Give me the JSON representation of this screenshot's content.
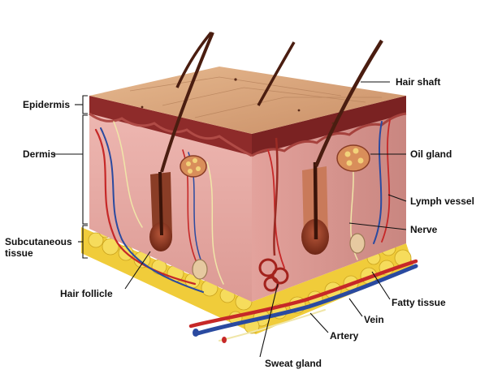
{
  "labels": {
    "epidermis": "Epidermis",
    "dermis": "Dermis",
    "subcutaneous_1": "Subcutaneous",
    "subcutaneous_2": "tissue",
    "hair_follicle": "Hair follicle",
    "hair_shaft": "Hair shaft",
    "oil_gland": "Oil gland",
    "lymph_vessel": "Lymph vessel",
    "nerve": "Nerve",
    "fatty_tissue": "Fatty tissue",
    "vein": "Vein",
    "artery": "Artery",
    "sweat_gland": "Sweat gland"
  },
  "colors": {
    "skin_top": "#d9a57c",
    "epidermis_side": "#8e2b2a",
    "dermis_front": "#e8aeaa",
    "dermis_right": "#d8908c",
    "fat": "#f2cf3a",
    "artery": "#c62828",
    "vein": "#2a4aa0",
    "nerve": "#f0e6a8",
    "hair": "#5a2414"
  }
}
